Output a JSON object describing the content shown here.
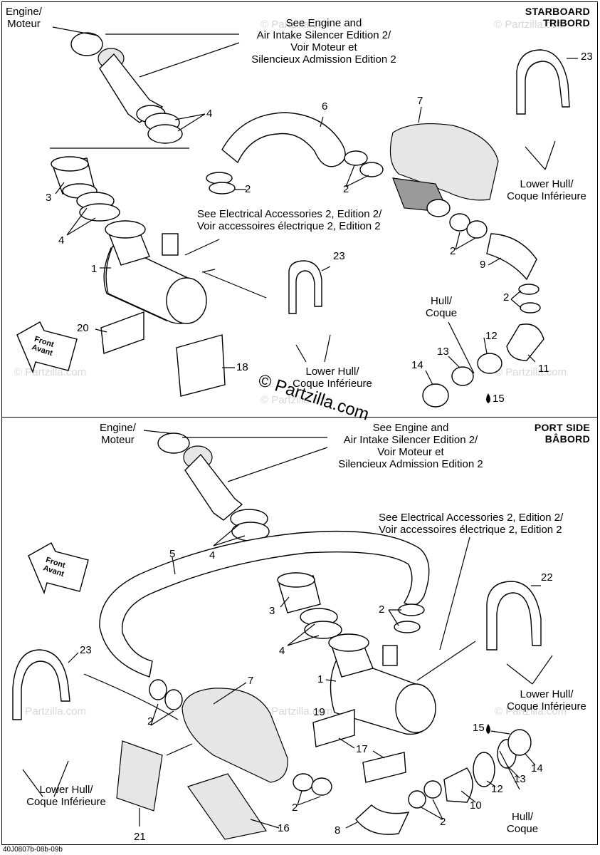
{
  "starboard": {
    "title_line1": "STARBOARD",
    "title_line2": "TRIBORD",
    "engine_line1": "Engine/",
    "engine_line2": "Moteur",
    "see_engine": [
      "See Engine and",
      "Air Intake Silencer Edition 2/",
      "Voir Moteur et",
      "Silencieux Admission Edition 2"
    ],
    "see_electrical": [
      "See Electrical Accessories 2, Edition 2/",
      "Voir accessoires électrique 2, Edition 2"
    ],
    "lower_hull_right": [
      "Lower Hull/",
      "Coque Inférieure"
    ],
    "lower_hull_center": [
      "Lower Hull/",
      "Coque Inférieure"
    ],
    "hull_coque": [
      "Hull/",
      "Coque"
    ],
    "front_avant": [
      "Front",
      "Avant"
    ],
    "callouts": [
      "1",
      "2",
      "2",
      "2",
      "2",
      "3",
      "4",
      "4",
      "6",
      "7",
      "9",
      "11",
      "12",
      "13",
      "14",
      "15",
      "18",
      "20",
      "23",
      "23"
    ]
  },
  "port": {
    "title_line1": "PORT SIDE",
    "title_line2": "BÂBORD",
    "engine_line1": "Engine/",
    "engine_line2": "Moteur",
    "see_engine": [
      "See Engine and",
      "Air Intake Silencer Edition 2/",
      "Voir Moteur et",
      "Silencieux Admission Edition 2"
    ],
    "see_electrical": [
      "See Electrical Accessories 2, Edition 2/",
      "Voir accessoires électrique 2, Edition 2"
    ],
    "lower_hull_right": [
      "Lower Hull/",
      "Coque Inférieure"
    ],
    "lower_hull_left": [
      "Lower Hull/",
      "Coque Inférieure"
    ],
    "hull_coque": [
      "Hull/",
      "Coque"
    ],
    "front_avant": [
      "Front",
      "Avant"
    ],
    "callouts": [
      "1",
      "2",
      "2",
      "2",
      "2",
      "3",
      "4",
      "4",
      "5",
      "7",
      "8",
      "10",
      "12",
      "13",
      "14",
      "15",
      "16",
      "17",
      "19",
      "21",
      "22",
      "23"
    ]
  },
  "figure_id": "40J0807b-08b-09b",
  "watermark": "© Partzilla.com",
  "watermark_center": "© Partzilla.com"
}
